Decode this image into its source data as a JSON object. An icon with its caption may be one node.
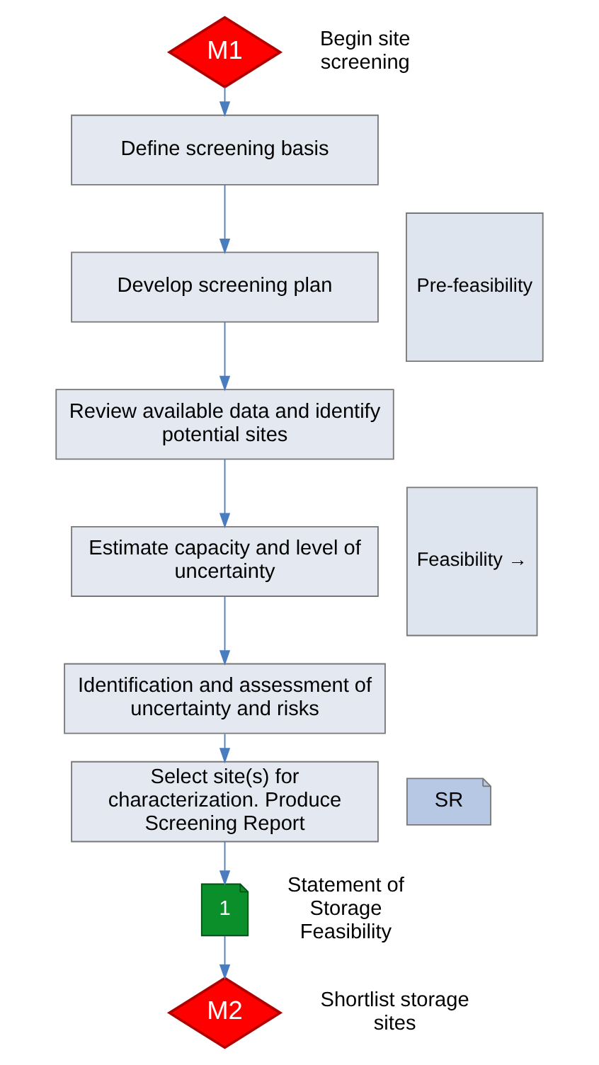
{
  "diagram": {
    "nodes": [
      {
        "text": [
          "M1"
        ],
        "beside": [
          "Begin site screening"
        ]
      },
      {
        "text": [
          "Define screening basis"
        ]
      },
      {
        "text": [
          "Develop screening plan"
        ]
      },
      {
        "text": [
          "Review available data and identify potential sites"
        ]
      },
      {
        "text": [
          "Estimate capacity and level of uncertainty"
        ]
      },
      {
        "text": [
          "Identification and assessment of uncertainty and risks"
        ]
      },
      {
        "text": [
          "Select site(s) for characterization. Produce Screening Report"
        ]
      },
      {
        "text": [
          "Pre-feasibility"
        ]
      },
      {
        "text": [
          "Feasibility →"
        ]
      },
      {
        "text": [
          "SR"
        ]
      },
      {
        "text": [
          "1"
        ],
        "beside": [
          "Statement of Storage Feasibility"
        ]
      },
      {
        "text": [
          "M2"
        ],
        "beside": [
          "Shortlist storage sites"
        ]
      }
    ],
    "edges": [
      {
        "from": 0,
        "to": 1,
        "arrow": "to"
      },
      {
        "from": 1,
        "to": 2,
        "arrow": "to"
      },
      {
        "from": 2,
        "to": 3,
        "arrow": "to"
      },
      {
        "from": 3,
        "to": 4,
        "arrow": "to"
      },
      {
        "from": 4,
        "to": 5,
        "arrow": "to"
      },
      {
        "from": 5,
        "to": 6,
        "arrow": "to"
      },
      {
        "from": 6,
        "to": 10,
        "arrow": "to"
      },
      {
        "from": 10,
        "to": 11,
        "arrow": "to"
      }
    ]
  }
}
